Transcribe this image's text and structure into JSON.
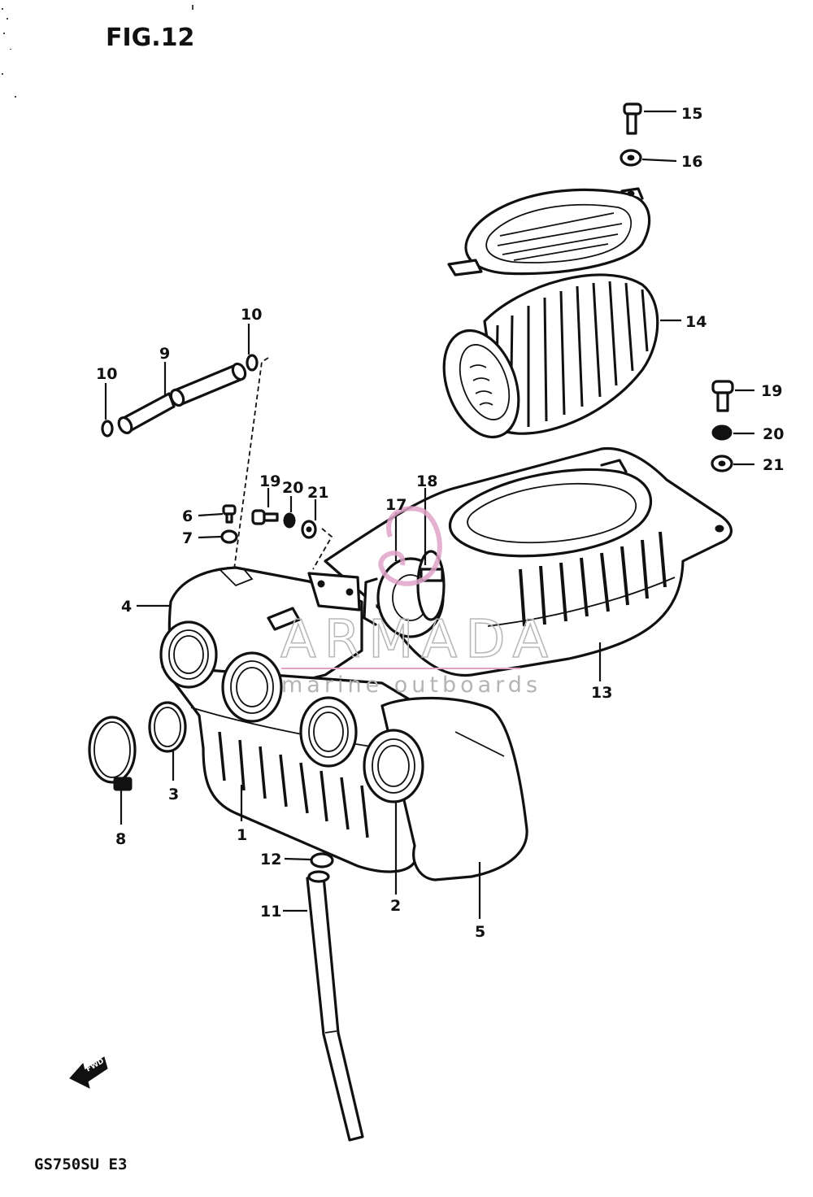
{
  "figure": {
    "title": "FIG.12",
    "model_code": "GS750SU E3"
  },
  "watermark": {
    "brand": "ARMADA",
    "tagline": "marine outboards",
    "accent_color": "#e0a3c8"
  },
  "labels": [
    {
      "id": "lbl-15",
      "text": "15"
    },
    {
      "id": "lbl-16",
      "text": "16"
    },
    {
      "id": "lbl-14",
      "text": "14"
    },
    {
      "id": "lbl-10a",
      "text": "10"
    },
    {
      "id": "lbl-10b",
      "text": "10"
    },
    {
      "id": "lbl-9",
      "text": "9"
    },
    {
      "id": "lbl-19a",
      "text": "19"
    },
    {
      "id": "lbl-20a",
      "text": "20"
    },
    {
      "id": "lbl-21a",
      "text": "21"
    },
    {
      "id": "lbl-19b",
      "text": "19"
    },
    {
      "id": "lbl-20b",
      "text": "20"
    },
    {
      "id": "lbl-21b",
      "text": "21"
    },
    {
      "id": "lbl-17",
      "text": "17"
    },
    {
      "id": "lbl-18",
      "text": "18"
    },
    {
      "id": "lbl-6",
      "text": "6"
    },
    {
      "id": "lbl-7",
      "text": "7"
    },
    {
      "id": "lbl-4",
      "text": "4"
    },
    {
      "id": "lbl-13",
      "text": "13"
    },
    {
      "id": "lbl-3",
      "text": "3"
    },
    {
      "id": "lbl-8",
      "text": "8"
    },
    {
      "id": "lbl-1",
      "text": "1"
    },
    {
      "id": "lbl-12",
      "text": "12"
    },
    {
      "id": "lbl-2",
      "text": "2"
    },
    {
      "id": "lbl-5",
      "text": "5"
    },
    {
      "id": "lbl-11",
      "text": "11"
    }
  ],
  "icons": {
    "forward_arrow": "forward-arrow-icon"
  }
}
